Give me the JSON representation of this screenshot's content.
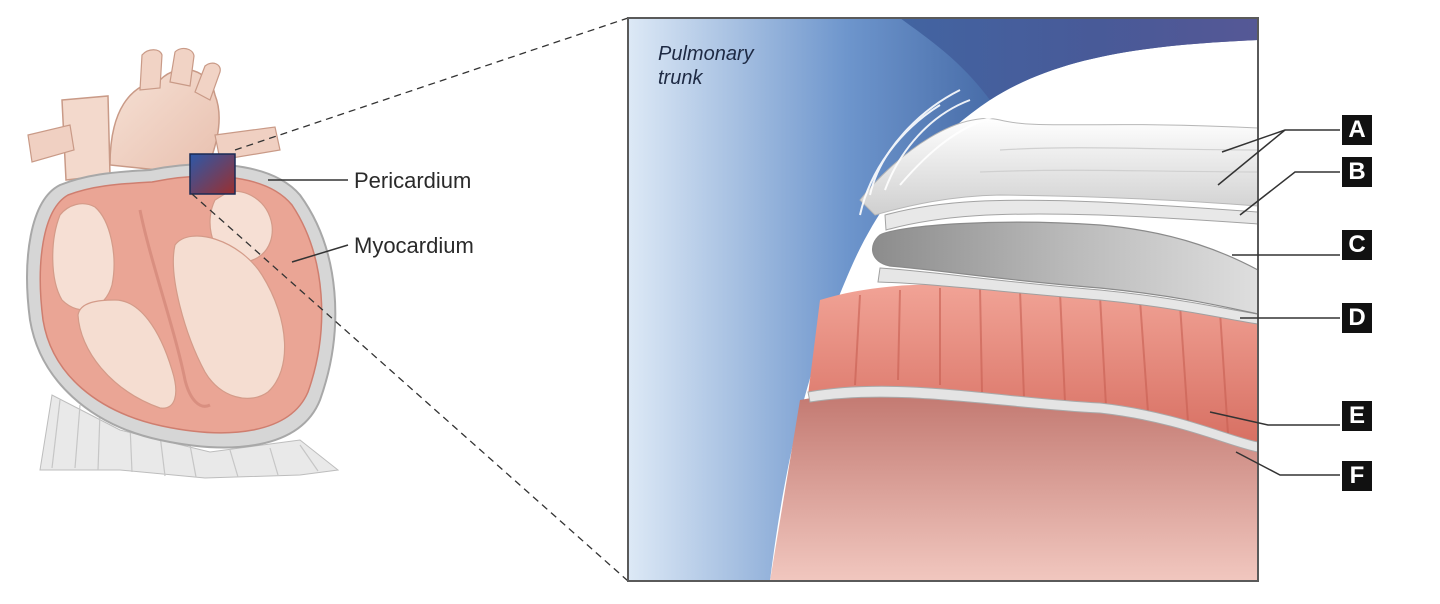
{
  "heart_labels": {
    "pericardium": "Pericardium",
    "myocardium": "Myocardium"
  },
  "inset": {
    "caption_line1": "Pulmonary",
    "caption_line2": "trunk"
  },
  "layer_labels": [
    "A",
    "B",
    "C",
    "D",
    "E",
    "F"
  ],
  "colors": {
    "muscle": "#e7897a",
    "muscle_dark": "#c96456",
    "heart_skin": "#f3d6c8",
    "membrane": "#d9d9d9",
    "trunk_blue": "#2d4f8f",
    "trunk_light": "#c9dbef",
    "chamber": "#b86d66"
  }
}
